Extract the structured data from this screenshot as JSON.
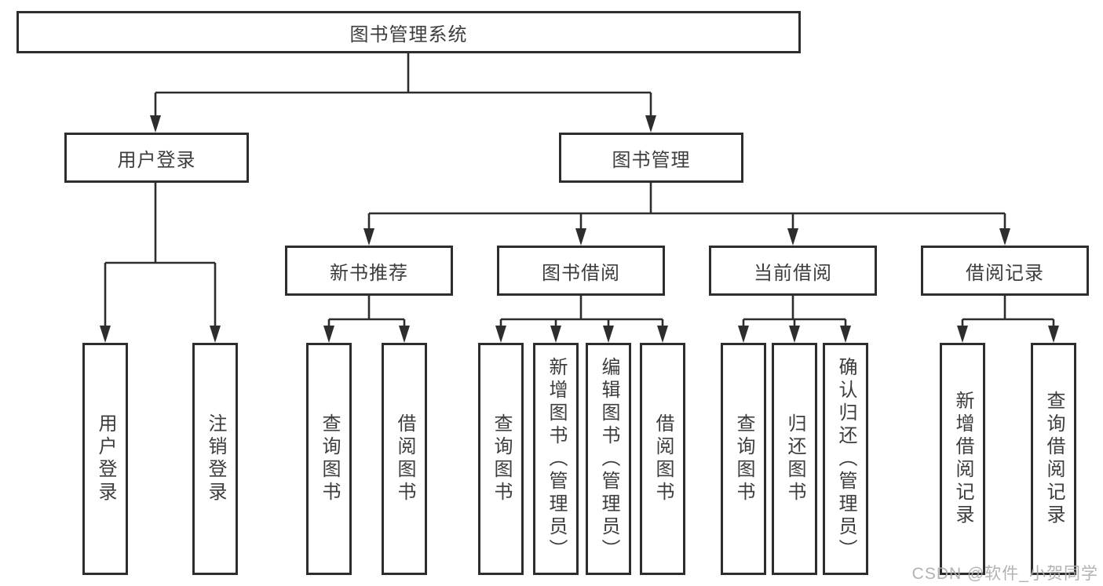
{
  "diagram": {
    "root": {
      "label": "图书管理系统"
    },
    "user_login": {
      "label": "用户登录",
      "children": [
        {
          "label": "用户登录"
        },
        {
          "label": "注销登录"
        }
      ]
    },
    "book_mgmt": {
      "label": "图书管理",
      "children": [
        {
          "label": "新书推荐",
          "children": [
            {
              "label": "查询图书"
            },
            {
              "label": "借阅图书"
            }
          ]
        },
        {
          "label": "图书借阅",
          "children": [
            {
              "label": "查询图书"
            },
            {
              "label": "新增图书（管理员）"
            },
            {
              "label": "编辑图书（管理员）"
            },
            {
              "label": "借阅图书"
            }
          ]
        },
        {
          "label": "当前借阅",
          "children": [
            {
              "label": "查询图书"
            },
            {
              "label": "归还图书"
            },
            {
              "label": "确认归还（管理员）"
            }
          ]
        },
        {
          "label": "借阅记录",
          "children": [
            {
              "label": "新增借阅记录"
            },
            {
              "label": "查询借阅记录"
            }
          ]
        }
      ]
    }
  },
  "watermark": {
    "text": "CSDN @软件_小贺同学"
  },
  "colors": {
    "line": "#2d2d2d",
    "box_border": "#2d2d2d",
    "box_background": "#ffffff",
    "text": "#3d3d3d",
    "watermark": "#ababab",
    "page_background": "#ffffff"
  }
}
